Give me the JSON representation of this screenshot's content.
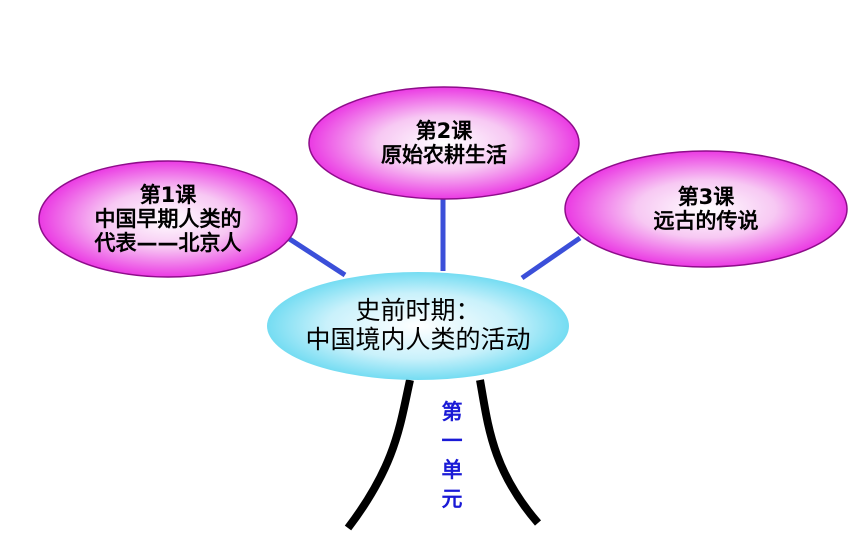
{
  "center": {
    "title_line1": "史前时期：",
    "title_line2": "中国境内人类的活动"
  },
  "lessons": [
    {
      "label": "第1课",
      "line1": "中国早期人类的",
      "line2": "代表——北京人"
    },
    {
      "label": "第2课",
      "line1": "原始农耕生活"
    },
    {
      "label": "第3课",
      "line1": "远古的传说"
    }
  ],
  "unit": {
    "chars": [
      "第",
      "一",
      "单",
      "元"
    ]
  },
  "colors": {
    "lesson_fill_edge": "#e81ee0",
    "lesson_fill_center": "#ffffff",
    "center_fill_edge": "#5fd7f0",
    "center_fill_center": "#ffffff",
    "connector": "#3b4fd9",
    "trunk": "#000000",
    "unit_text": "#1a1ad6"
  }
}
